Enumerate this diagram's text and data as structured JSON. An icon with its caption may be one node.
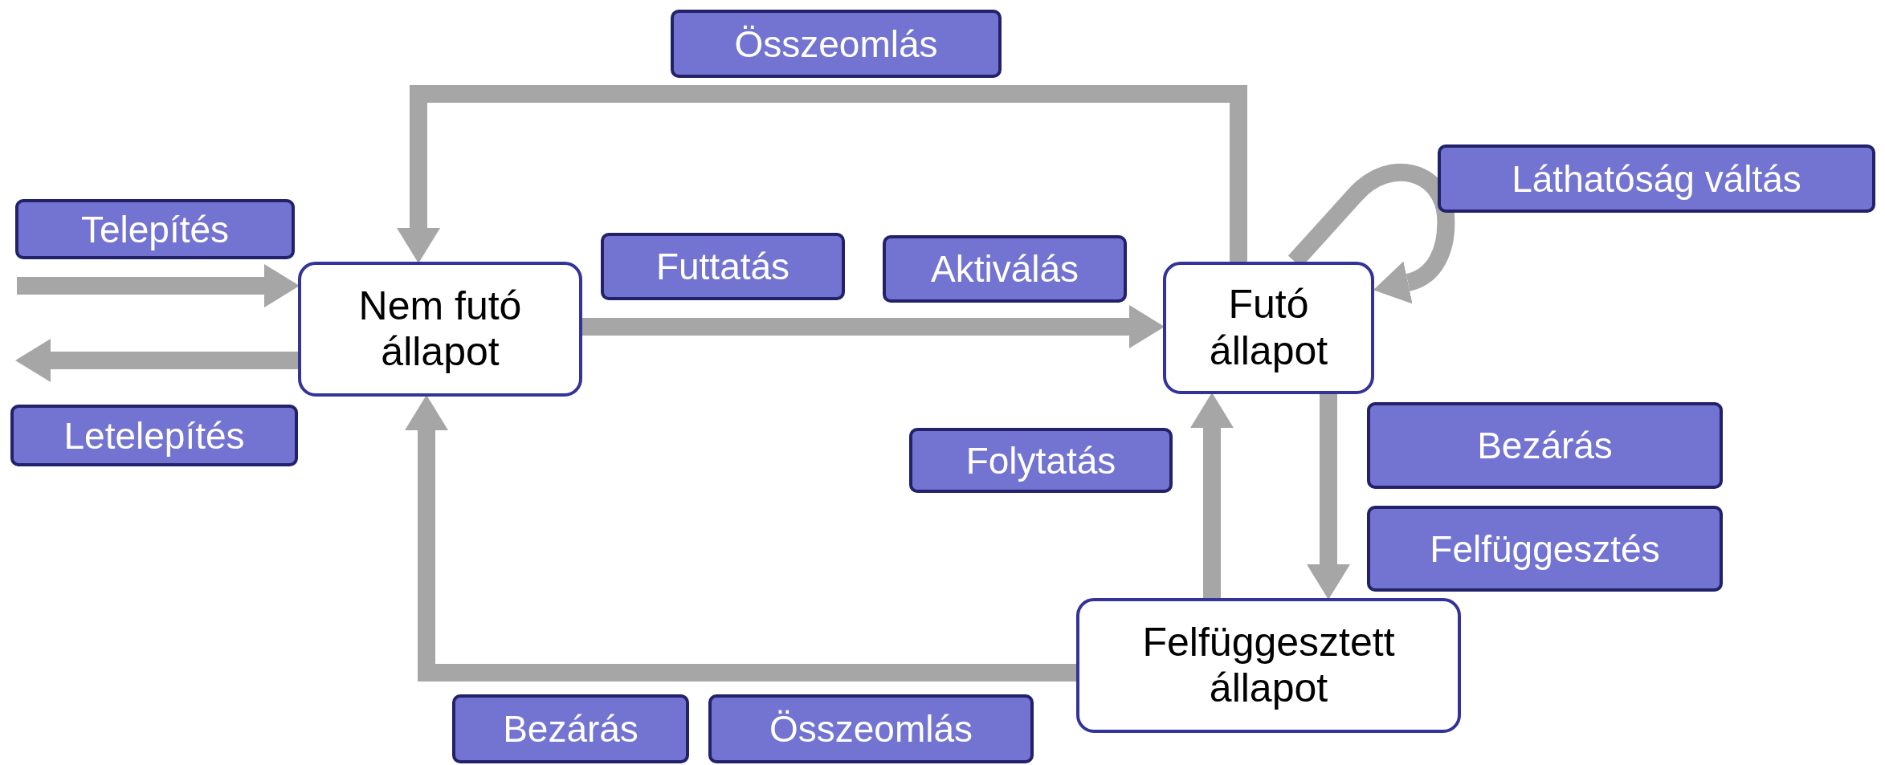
{
  "diagram": {
    "nodes": [
      {
        "text": [
          "Nem futó állapot"
        ]
      },
      {
        "text": [
          "Futó állapot"
        ]
      },
      {
        "text": [
          "Felfüggesztett állapot"
        ]
      }
    ],
    "edges": [
      {
        "from": null,
        "to": 0,
        "arrow": "to"
      },
      {
        "from": 0,
        "to": null,
        "arrow": "to"
      },
      {
        "from": 0,
        "to": 1,
        "arrow": "to"
      },
      {
        "from": 1,
        "to": 0,
        "arrow": "to"
      },
      {
        "from": 1,
        "to": 1,
        "arrow": "to"
      },
      {
        "from": 1,
        "to": 2,
        "arrow": "to"
      },
      {
        "from": 2,
        "to": 1,
        "arrow": "to"
      },
      {
        "from": 2,
        "to": 0,
        "arrow": "to"
      }
    ],
    "labels": [
      "Összeomlás",
      "Láthatóság váltás",
      "Telepítés",
      "Futtatás",
      "Aktiválás",
      "Letelepítés",
      "Folytatás",
      "Bezárás",
      "Felfüggesztés",
      "Bezárás",
      "Összeomlás"
    ]
  }
}
